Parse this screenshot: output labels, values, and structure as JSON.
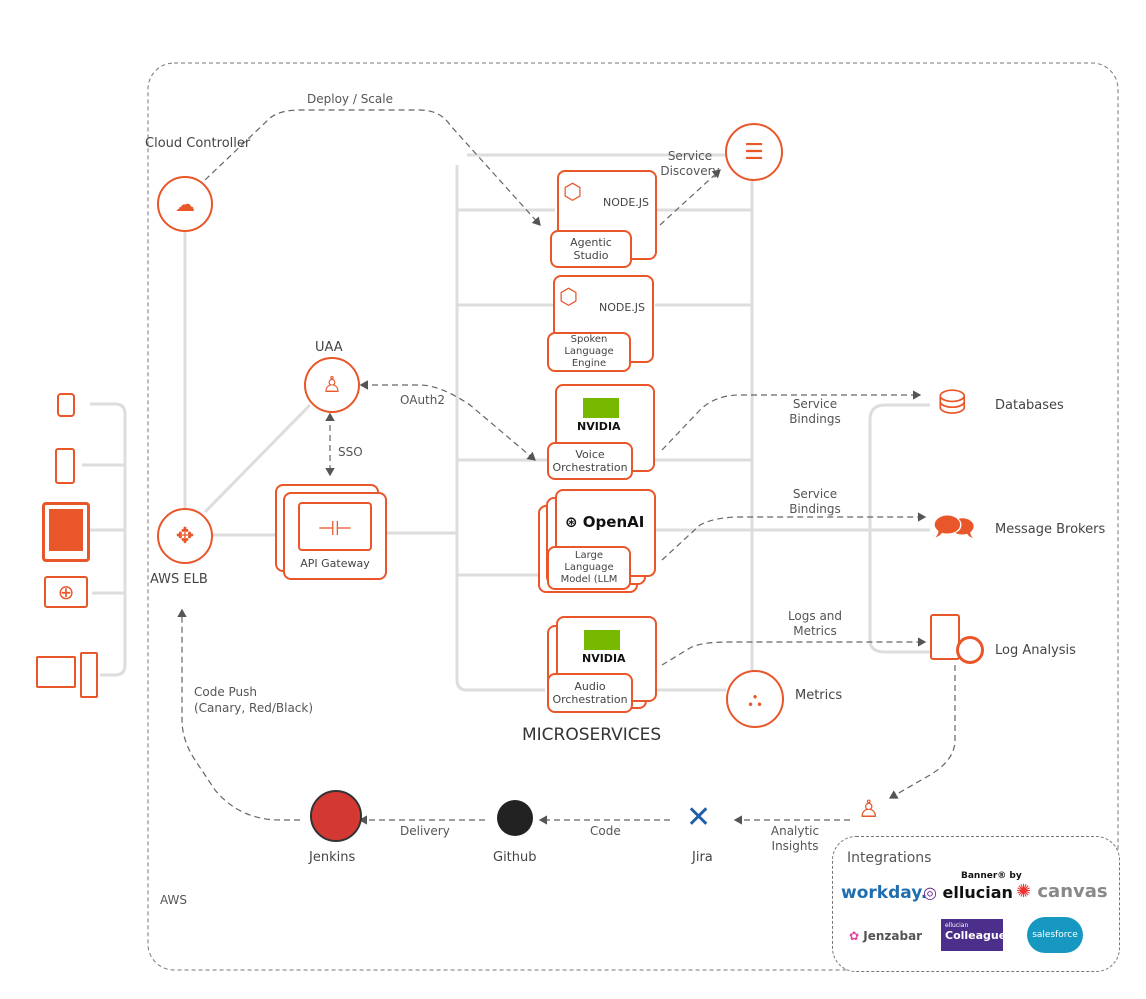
{
  "colors": {
    "accent": "#e8562a",
    "connector": "#d9d9d9",
    "dashed": "#666666"
  },
  "boundary": {
    "label": "AWS"
  },
  "cloud_controller": {
    "label": "Cloud Controller",
    "icon": "cloud-network-icon"
  },
  "aws_elb": {
    "label": "AWS ELB",
    "icon": "load-balancer-icon"
  },
  "uaa": {
    "label": "UAA",
    "icon": "user-icon"
  },
  "api_gateway": {
    "label": "API Gateway",
    "icon": "api-gateway-icon"
  },
  "devices": [
    {
      "icon": "smartwatch-icon"
    },
    {
      "icon": "smartphone-icon"
    },
    {
      "icon": "tablet-icon"
    },
    {
      "icon": "laptop-globe-icon"
    },
    {
      "icon": "desktop-icon"
    }
  ],
  "edges": {
    "deploy_scale": "Deploy / Scale",
    "service_discovery": "Service Discovery",
    "oauth2": "OAuth2",
    "sso": "SSO",
    "service_bindings_1": "Service Bindings",
    "service_bindings_2": "Service Bindings",
    "logs_metrics": "Logs and Metrics",
    "code_push": "Code Push",
    "code_push_sub": "(Canary, Red/Black)",
    "delivery": "Delivery",
    "code": "Code",
    "analytic_insights": "Analytic Insights"
  },
  "microservices": {
    "title": "MICROSERVICES",
    "services": [
      {
        "tech": "NODE.JS",
        "name": "Agentic Studio"
      },
      {
        "tech": "NODE.JS",
        "name": "Spoken Language Engine"
      },
      {
        "tech": "NVIDIA",
        "name": "Voice Orchestration"
      },
      {
        "tech": "OpenAI",
        "name": "Large Language Model (LLM"
      },
      {
        "tech": "NVIDIA",
        "name": "Audio Orchestration"
      }
    ]
  },
  "resources": {
    "databases": "Databases",
    "message_brokers": "Message Brokers",
    "log_analysis": "Log Analysis",
    "metrics": "Metrics"
  },
  "pipeline": {
    "jenkins": "Jenkins",
    "github": "Github",
    "jira": "Jira"
  },
  "integrations": {
    "title": "Integrations",
    "logos": [
      "workday.",
      "Banner® by",
      "ellucian",
      "canvas",
      "Jenzabar",
      "ellucian",
      "Colleague",
      "salesforce"
    ]
  }
}
